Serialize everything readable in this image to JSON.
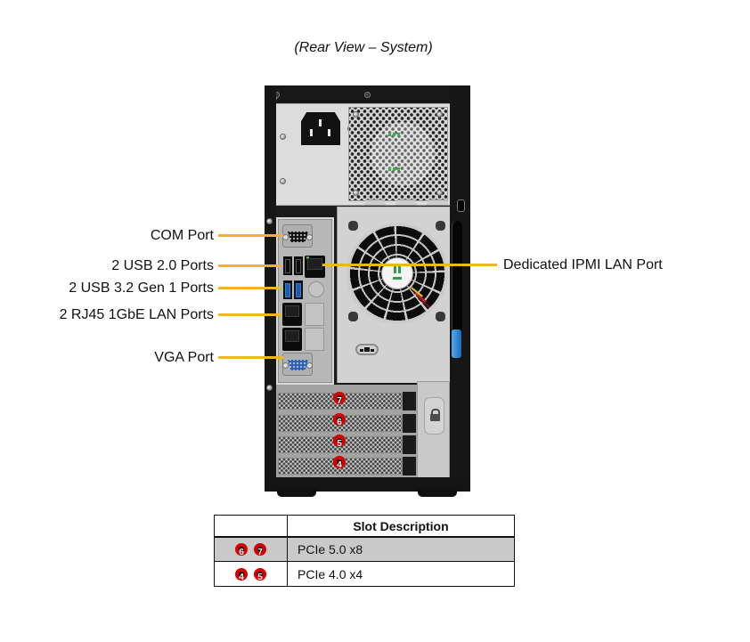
{
  "title": "(Rear View – System)",
  "colors": {
    "callout_line": "#EFB428",
    "badge_ring": "#D40000"
  },
  "callouts": {
    "left": [
      {
        "label": "COM Port"
      },
      {
        "label": "2 USB 2.0 Ports"
      },
      {
        "label": "2 USB 3.2 Gen 1 Ports"
      },
      {
        "label": "2 RJ45 1GbE LAN Ports"
      },
      {
        "label": "VGA Port"
      }
    ],
    "right": [
      {
        "label": "Dedicated IPMI LAN Port"
      }
    ]
  },
  "tower": {
    "slot_numbers": [
      "7",
      "6",
      "5",
      "4"
    ]
  },
  "table": {
    "header": "Slot Description",
    "rows": [
      {
        "badges": [
          "6",
          "7"
        ],
        "description": "PCIe 5.0 x8"
      },
      {
        "badges": [
          "4",
          "5"
        ],
        "description": "PCIe 4.0 x4"
      }
    ]
  }
}
